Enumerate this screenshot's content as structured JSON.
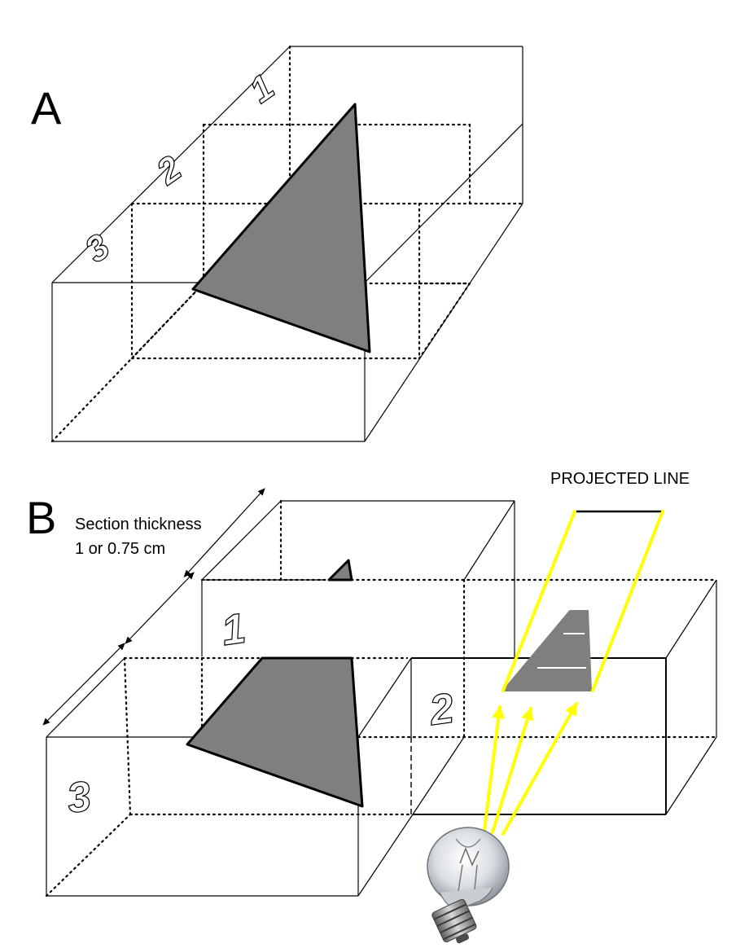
{
  "panels": {
    "a_label": "A",
    "b_label": "B"
  },
  "slices_a": [
    "1",
    "2",
    "3"
  ],
  "slices_b": [
    "1",
    "2",
    "3"
  ],
  "annotations": {
    "thickness_line1": "Section thickness",
    "thickness_line2": "1 or 0.75 cm",
    "projected_line": "PROJECTED LINE"
  },
  "colors": {
    "object_fill": "#7f7f7f",
    "light_rays": "#ffff00",
    "lines": "#000000"
  },
  "icons": {
    "light_source": "light-bulb-icon"
  }
}
